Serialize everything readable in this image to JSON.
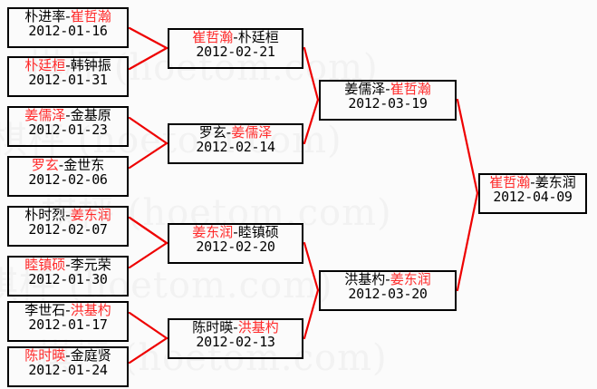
{
  "diagram": {
    "type": "single-elimination-bracket",
    "title": "",
    "watermark_text": "棋枰 (hoetom.com)",
    "colors": {
      "winner": "#ff2a2a",
      "loser": "#000000",
      "connector": "#ee0000",
      "box_border": "#000000",
      "background": "#fbfbfb",
      "watermark": "#f2f2f2"
    }
  },
  "rounds": [
    {
      "name": "round-1",
      "matches": [
        {
          "id": "r1m1",
          "left": "朴进率",
          "right": "崔哲瀚",
          "winner": "right",
          "separator": "-",
          "date": "2012-01-16"
        },
        {
          "id": "r1m2",
          "left": "朴廷桓",
          "right": "韩钟振",
          "winner": "left",
          "separator": "-",
          "date": "2012-01-31"
        },
        {
          "id": "r1m3",
          "left": "姜儒泽",
          "right": "金基原",
          "winner": "left",
          "separator": "-",
          "date": "2012-01-23"
        },
        {
          "id": "r1m4",
          "left": "罗玄",
          "right": "金世东",
          "winner": "left",
          "separator": "-",
          "date": "2012-02-06"
        },
        {
          "id": "r1m5",
          "left": "朴时烈",
          "right": "姜东润",
          "winner": "right",
          "separator": "-",
          "date": "2012-02-07"
        },
        {
          "id": "r1m6",
          "left": "睦镇硕",
          "right": "李元荣",
          "winner": "left",
          "separator": "-",
          "date": "2012-01-30"
        },
        {
          "id": "r1m7",
          "left": "李世石",
          "right": "洪基杓",
          "winner": "right",
          "separator": "-",
          "date": "2012-01-17"
        },
        {
          "id": "r1m8",
          "left": "陈时暎",
          "right": "金庭贤",
          "winner": "left",
          "separator": "-",
          "date": "2012-01-24"
        }
      ]
    },
    {
      "name": "round-2",
      "matches": [
        {
          "id": "r2m1",
          "left": "崔哲瀚",
          "right": "朴廷桓",
          "winner": "left",
          "separator": "-",
          "date": "2012-02-21"
        },
        {
          "id": "r2m2",
          "left": "罗玄",
          "right": "姜儒泽",
          "winner": "right",
          "separator": "-",
          "date": "2012-02-14"
        },
        {
          "id": "r2m3",
          "left": "姜东润",
          "right": "睦镇硕",
          "winner": "left",
          "separator": "-",
          "date": "2012-02-20"
        },
        {
          "id": "r2m4",
          "left": "陈时暎",
          "right": "洪基杓",
          "winner": "right",
          "separator": "-",
          "date": "2012-02-13"
        }
      ]
    },
    {
      "name": "semifinal",
      "matches": [
        {
          "id": "r3m1",
          "left": "姜儒泽",
          "right": "崔哲瀚",
          "winner": "right",
          "separator": "-",
          "date": "2012-03-19"
        },
        {
          "id": "r3m2",
          "left": "洪基杓",
          "right": "姜东润",
          "winner": "right",
          "separator": "-",
          "date": "2012-03-20"
        }
      ]
    },
    {
      "name": "final",
      "matches": [
        {
          "id": "r4m1",
          "left": "崔哲瀚",
          "right": "姜东润",
          "winner": "left",
          "separator": "-",
          "date": "2012-04-09"
        }
      ]
    }
  ]
}
